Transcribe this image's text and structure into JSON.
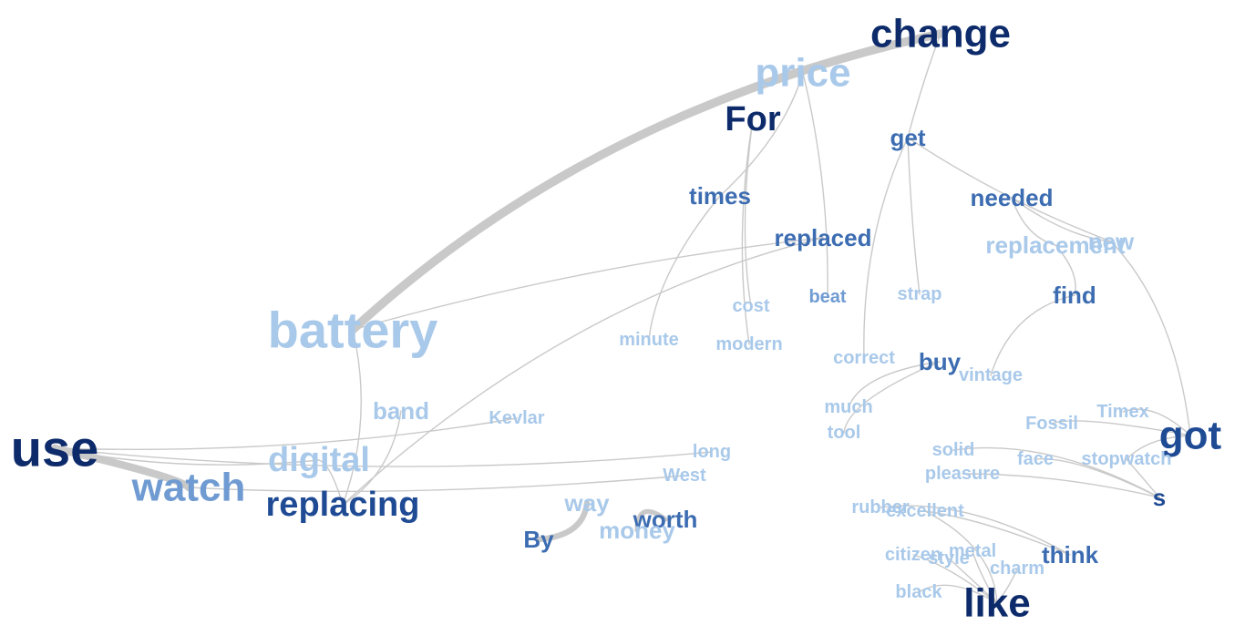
{
  "colors": {
    "edge": "#c9c9c9",
    "level1": "#0d2b6b",
    "level2": "#1f4a94",
    "level3": "#3c6cb1",
    "level4": "#6f9bd2",
    "level5": "#a9c9ea"
  },
  "nodes": [
    {
      "id": "change",
      "label": "change",
      "weight": 5,
      "tone": 1
    },
    {
      "id": "price",
      "label": "price",
      "weight": 5,
      "tone": 5
    },
    {
      "id": "for",
      "label": "For",
      "weight": 4,
      "tone": 1
    },
    {
      "id": "get",
      "label": "get",
      "weight": 3,
      "tone": 3
    },
    {
      "id": "times",
      "label": "times",
      "weight": 3,
      "tone": 3
    },
    {
      "id": "needed",
      "label": "needed",
      "weight": 3,
      "tone": 3
    },
    {
      "id": "replaced",
      "label": "replaced",
      "weight": 3,
      "tone": 3
    },
    {
      "id": "replacement",
      "label": "replacement",
      "weight": 3,
      "tone": 5
    },
    {
      "id": "new",
      "label": "new",
      "weight": 3,
      "tone": 5
    },
    {
      "id": "battery",
      "label": "battery",
      "weight": 6,
      "tone": 5
    },
    {
      "id": "cost",
      "label": "cost",
      "weight": 2,
      "tone": 5
    },
    {
      "id": "beat",
      "label": "beat",
      "weight": 2,
      "tone": 4
    },
    {
      "id": "strap",
      "label": "strap",
      "weight": 2,
      "tone": 5
    },
    {
      "id": "find",
      "label": "find",
      "weight": 3,
      "tone": 3
    },
    {
      "id": "minute",
      "label": "minute",
      "weight": 2,
      "tone": 5
    },
    {
      "id": "modern",
      "label": "modern",
      "weight": 2,
      "tone": 5
    },
    {
      "id": "correct",
      "label": "correct",
      "weight": 2,
      "tone": 5
    },
    {
      "id": "buy",
      "label": "buy",
      "weight": 3,
      "tone": 3
    },
    {
      "id": "vintage",
      "label": "vintage",
      "weight": 2,
      "tone": 5
    },
    {
      "id": "band",
      "label": "band",
      "weight": 3,
      "tone": 5
    },
    {
      "id": "kevlar",
      "label": "Kevlar",
      "weight": 2,
      "tone": 5
    },
    {
      "id": "much",
      "label": "much",
      "weight": 2,
      "tone": 5
    },
    {
      "id": "timex",
      "label": "Timex",
      "weight": 2,
      "tone": 5
    },
    {
      "id": "fossil",
      "label": "Fossil",
      "weight": 2,
      "tone": 5
    },
    {
      "id": "tool",
      "label": "tool",
      "weight": 2,
      "tone": 5
    },
    {
      "id": "use",
      "label": "use",
      "weight": 6,
      "tone": 1
    },
    {
      "id": "got",
      "label": "got",
      "weight": 5,
      "tone": 2
    },
    {
      "id": "solid",
      "label": "solid",
      "weight": 2,
      "tone": 5
    },
    {
      "id": "long",
      "label": "long",
      "weight": 2,
      "tone": 5
    },
    {
      "id": "digital",
      "label": "digital",
      "weight": 4,
      "tone": 5
    },
    {
      "id": "face",
      "label": "face",
      "weight": 2,
      "tone": 5
    },
    {
      "id": "stopwatch",
      "label": "stopwatch",
      "weight": 2,
      "tone": 5
    },
    {
      "id": "pleasure",
      "label": "pleasure",
      "weight": 2,
      "tone": 5
    },
    {
      "id": "west",
      "label": "West",
      "weight": 2,
      "tone": 5
    },
    {
      "id": "watch",
      "label": "watch",
      "weight": 5,
      "tone": 4
    },
    {
      "id": "s",
      "label": "s",
      "weight": 3,
      "tone": 2
    },
    {
      "id": "replacing",
      "label": "replacing",
      "weight": 4,
      "tone": 2
    },
    {
      "id": "way",
      "label": "way",
      "weight": 3,
      "tone": 5
    },
    {
      "id": "rubber",
      "label": "rubber",
      "weight": 2,
      "tone": 5
    },
    {
      "id": "excellent",
      "label": "excellent",
      "weight": 2,
      "tone": 5
    },
    {
      "id": "worth",
      "label": "worth",
      "weight": 3,
      "tone": 3
    },
    {
      "id": "money",
      "label": "money",
      "weight": 3,
      "tone": 5
    },
    {
      "id": "by",
      "label": "By",
      "weight": 3,
      "tone": 3
    },
    {
      "id": "think",
      "label": "think",
      "weight": 3,
      "tone": 3
    },
    {
      "id": "citizen",
      "label": "citizen",
      "weight": 2,
      "tone": 5
    },
    {
      "id": "metal",
      "label": "metal",
      "weight": 2,
      "tone": 5
    },
    {
      "id": "style",
      "label": "style",
      "weight": 2,
      "tone": 5
    },
    {
      "id": "charm",
      "label": "charm",
      "weight": 2,
      "tone": 5
    },
    {
      "id": "black",
      "label": "black",
      "weight": 2,
      "tone": 5
    },
    {
      "id": "like",
      "label": "like",
      "weight": 5,
      "tone": 1
    }
  ],
  "edges": [
    {
      "from": "change",
      "to": "battery",
      "weight": 9
    },
    {
      "from": "use",
      "to": "watch",
      "weight": 8
    },
    {
      "from": "by",
      "to": "way",
      "weight": 6
    },
    {
      "from": "money",
      "to": "worth",
      "weight": 5
    },
    {
      "from": "change",
      "to": "get",
      "weight": 1
    },
    {
      "from": "price",
      "to": "times",
      "weight": 1
    },
    {
      "from": "price",
      "to": "beat",
      "weight": 1
    },
    {
      "from": "for",
      "to": "cost",
      "weight": 1
    },
    {
      "from": "for",
      "to": "modern",
      "weight": 1
    },
    {
      "from": "get",
      "to": "strap",
      "weight": 1
    },
    {
      "from": "get",
      "to": "correct",
      "weight": 1
    },
    {
      "from": "get",
      "to": "new",
      "weight": 1
    },
    {
      "from": "needed",
      "to": "new",
      "weight": 1
    },
    {
      "from": "needed",
      "to": "replacement",
      "weight": 1
    },
    {
      "from": "times",
      "to": "minute",
      "weight": 1
    },
    {
      "from": "replaced",
      "to": "battery",
      "weight": 1
    },
    {
      "from": "replaced",
      "to": "replacing",
      "weight": 1
    },
    {
      "from": "find",
      "to": "vintage",
      "weight": 1
    },
    {
      "from": "find",
      "to": "replacement",
      "weight": 1
    },
    {
      "from": "new",
      "to": "got",
      "weight": 1
    },
    {
      "from": "buy",
      "to": "much",
      "weight": 1
    },
    {
      "from": "buy",
      "to": "tool",
      "weight": 1
    },
    {
      "from": "battery",
      "to": "replacing",
      "weight": 1
    },
    {
      "from": "band",
      "to": "replacing",
      "weight": 1
    },
    {
      "from": "use",
      "to": "kevlar",
      "weight": 1
    },
    {
      "from": "use",
      "to": "long",
      "weight": 1
    },
    {
      "from": "use",
      "to": "digital",
      "weight": 1
    },
    {
      "from": "watch",
      "to": "west",
      "weight": 1
    },
    {
      "from": "replacing",
      "to": "digital",
      "weight": 1
    },
    {
      "from": "got",
      "to": "timex",
      "weight": 1
    },
    {
      "from": "got",
      "to": "fossil",
      "weight": 1
    },
    {
      "from": "got",
      "to": "stopwatch",
      "weight": 1
    },
    {
      "from": "s",
      "to": "solid",
      "weight": 1
    },
    {
      "from": "s",
      "to": "face",
      "weight": 1
    },
    {
      "from": "s",
      "to": "pleasure",
      "weight": 1
    },
    {
      "from": "s",
      "to": "stopwatch",
      "weight": 1
    },
    {
      "from": "think",
      "to": "rubber",
      "weight": 1
    },
    {
      "from": "think",
      "to": "excellent",
      "weight": 1
    },
    {
      "from": "like",
      "to": "citizen",
      "weight": 1
    },
    {
      "from": "like",
      "to": "metal",
      "weight": 1
    },
    {
      "from": "like",
      "to": "style",
      "weight": 1
    },
    {
      "from": "like",
      "to": "charm",
      "weight": 1
    },
    {
      "from": "like",
      "to": "black",
      "weight": 1
    },
    {
      "from": "like",
      "to": "excellent",
      "weight": 1
    }
  ]
}
